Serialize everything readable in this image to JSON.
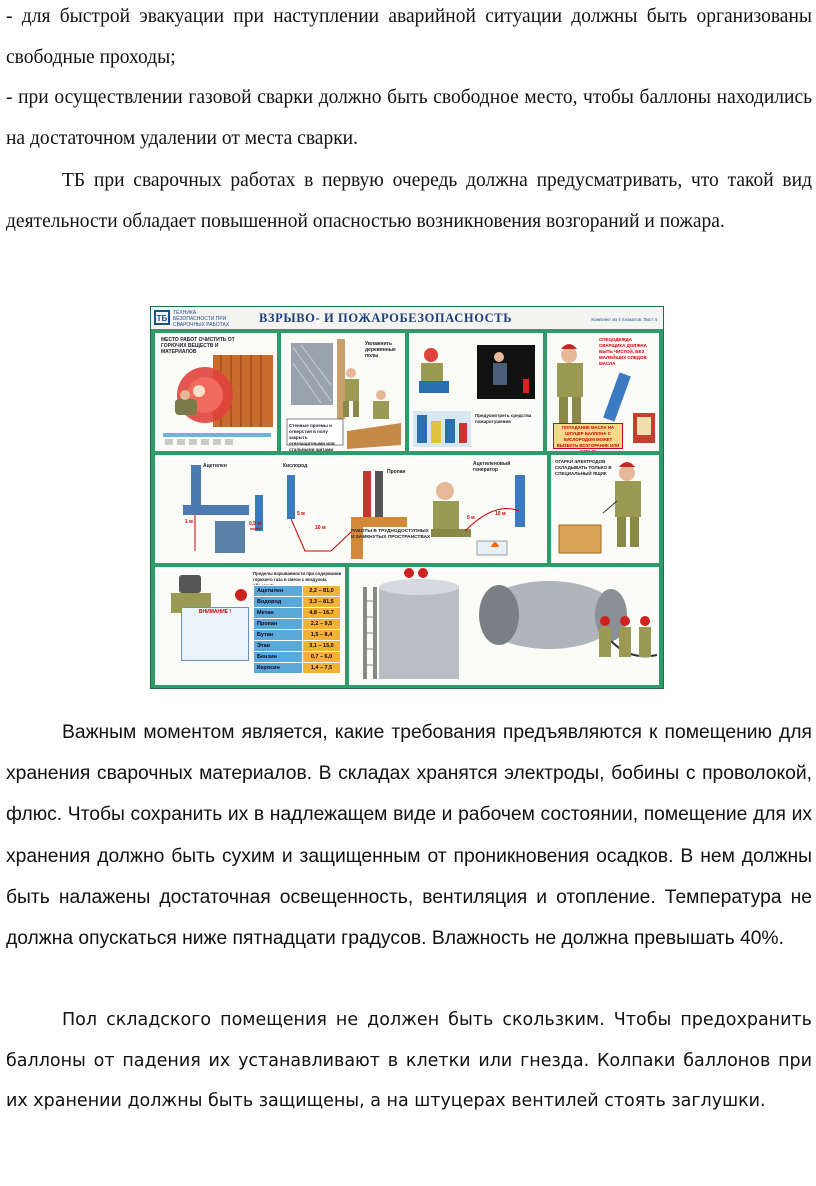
{
  "document": {
    "paragraphs": [
      "- для быстрой эвакуации при наступлении аварийной ситуации должны быть организованы свободные проходы;",
      "- при осуществлении газовой сварки должно быть свободное место, чтобы баллоны находились на достаточном удалении от места сварки.",
      "ТБ при сварочных работах в первую очередь должна предусматривать, что такой вид деятельности обладает повышенной опасностью возникновения возгораний и пожара.",
      "Важным моментом является, какие требования предъявляются к помещению для хранения сварочных материалов. В складах хранятся электроды, бобины с проволокой, флюс. Чтобы сохранить их в надлежащем виде и рабочем состоянии, помещение для их хранения должно быть сухим и защищенным от проникновения осадков. В нем должны быть налажены достаточная освещенность, вентиляция и отопление. Температура не должна опускаться ниже пятнадцати градусов. Влажность не должна превышать 40%.",
      "Пол складского помещения не должен быть скользким. Чтобы предохранить баллоны от падения их устанавливают в клетки или гнезда. Колпаки баллонов при их хранении должны быть защищены, а на штуцерах вентилей стоять заглушки."
    ]
  },
  "poster": {
    "logo": "ТБ",
    "org_label": "ТЕХНИКА БЕЗОПАСНОСТИ ПРИ СВАРОЧНЫХ РАБОТАХ",
    "title": "ВЗРЫВО- И ПОЖАРОБЕЗОПАСНОСТЬ",
    "series_label": "Комплект из 4 плакатов. Лист 4",
    "captions": {
      "place_clear": "МЕСТО РАБОТ ОЧИСТИТЬ ОТ ГОРЮЧИХ ВЕЩЕСТВ И МАТЕРИАЛОВ",
      "wall_openings": "Стенные проемы и отверстия в полу закрыть огнезащитными или стальными щитами",
      "wet_floor": "Увлажнить деревянные полы",
      "protect_work": "Предусмотреть средства пожаротушения",
      "oxygen_cylinders": "СПЕЦОДЕЖДА СВАРЩИКА ДОЛЖНА БЫТЬ ЧИСТОЙ, БЕЗ МАЛЕЙШИХ СЛЕДОВ МАСЛА",
      "oil_warning": "ПОПАДАНИЕ МАСЛА НА ШТУЦЕР БАЛЛОНА С КИСЛОРОДОМ МОЖЕТ ВЫЗВАТЬ ВОЗГОРАНИЕ ИЛИ ВЗРЫВ",
      "acetylene": "Ацетилен",
      "hydrogen": "Кислород",
      "propane": "Пропан",
      "gas_gen": "Ацетиленовый генератор",
      "electrode_stubs": "ОГАРКИ ЭЛЕКТРОДОВ СКЛАДЫВАТЬ ТОЛЬКО В СПЕЦИАЛЬНЫЙ ЯЩИК",
      "confined": "РАБОТЫ В ТРУДНОДОСТУПНЫХ И ЗАМКНУТЫХ ПРОСТРАНСТВАХ",
      "attention": "ВНИМАНИЕ !",
      "explosion_limits": "Пределы взрываемости при содержании горючего газа в смеси с воздухом, объема %"
    },
    "distances": [
      "10 м",
      "5 м",
      "1 м",
      "0,5 м",
      "10 м",
      "5 м"
    ],
    "gas_table": [
      {
        "gas": "Ацетилен",
        "range": "2,2 – 81,0"
      },
      {
        "gas": "Водород",
        "range": "3,3 – 81,5"
      },
      {
        "gas": "Метан",
        "range": "4,8 – 16,7"
      },
      {
        "gas": "Пропан",
        "range": "2,2 – 9,5"
      },
      {
        "gas": "Бутан",
        "range": "1,5 – 8,4"
      },
      {
        "gas": "Этан",
        "range": "3,1 – 15,0"
      },
      {
        "gas": "Бензин",
        "range": "0,7 – 6,0"
      },
      {
        "gas": "Керосин",
        "range": "1,4 – 7,5"
      }
    ],
    "colors": {
      "frame": "#2f9a6a",
      "title": "#1e3f7a",
      "hazard_red": "#cc0000",
      "table_name": "#5aa8d8",
      "table_value": "#f2b233"
    }
  }
}
